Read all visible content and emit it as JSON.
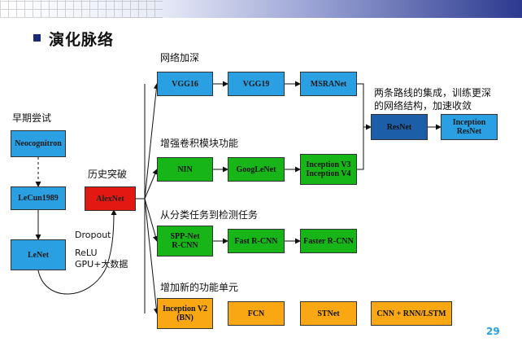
{
  "header": {
    "title": "演化脉络"
  },
  "sections": {
    "early": "早期尝试",
    "breakthrough": "历史突破",
    "deeper": "网络加深",
    "modules": "增强卷积模块功能",
    "detection": "从分类任务到检测任务",
    "new_units": "增加新的功能单元"
  },
  "notes": {
    "merge": [
      "两条路线的集成，训练更深",
      "的网络结构，加速收敛"
    ],
    "tricks": [
      "Dropout",
      "ReLU",
      "GPU+大数据"
    ]
  },
  "nodes": {
    "neocognitron": "Neocognitron",
    "lecun1989": "LeCun1989",
    "lenet": "LeNet",
    "alexnet": "AlexNet",
    "vgg16": "VGG16",
    "vgg19": "VGG19",
    "msranet": "MSRANet",
    "resnet": "ResNet",
    "inception_resnet": [
      "Inception",
      "ResNet"
    ],
    "nin": "NIN",
    "googlenet": "GoogLeNet",
    "inception_v3v4": [
      "Inception V3",
      "Inception V4"
    ],
    "spp_net": [
      "SPP-Net",
      "R-CNN"
    ],
    "fast_rcnn": "Fast R-CNN",
    "faster_rcnn": "Faster R-CNN",
    "inception_v2": [
      "Inception V2",
      "(BN)"
    ],
    "fcn": "FCN",
    "stnet": "STNet",
    "cnn_rnn_lstm": "CNN + RNN/LSTM"
  },
  "colors": {
    "blue": "#2a9fe2",
    "green": "#18b518",
    "red": "#e41812",
    "orange": "#f9a712",
    "dark_blue": "#1c5fa8"
  },
  "page_number": "29"
}
